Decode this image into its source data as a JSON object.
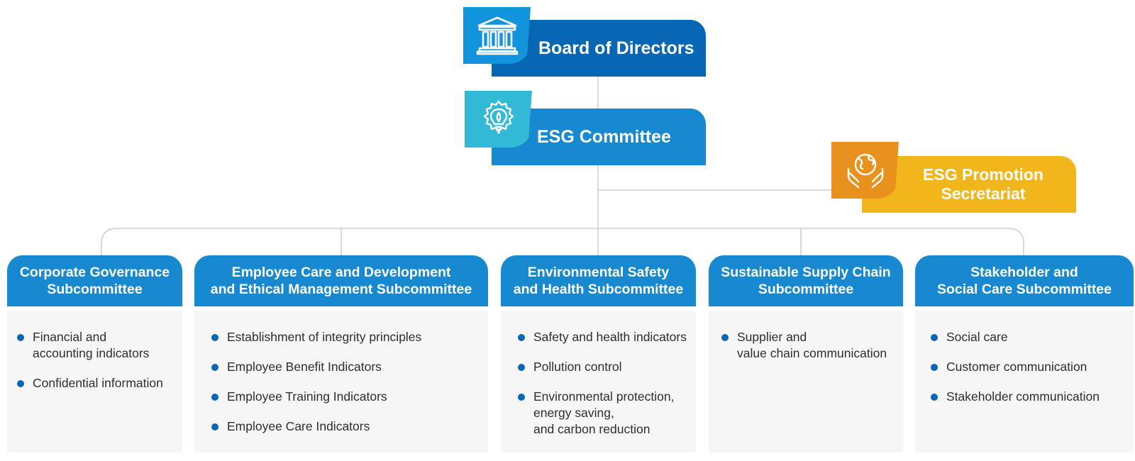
{
  "board": {
    "label": "Board of Directors",
    "icon": "bank-building-icon"
  },
  "esg_committee": {
    "label": "ESG Committee",
    "icon": "lightbulb-gear-icon"
  },
  "promotion": {
    "line1": "ESG Promotion",
    "line2": "Secretariat",
    "icon": "globe-hands-icon"
  },
  "subcommittees": [
    {
      "title_line1": "Corporate Governance",
      "title_line2": "Subcommittee",
      "items": [
        {
          "line1": "Financial and",
          "line2": "accounting indicators"
        },
        {
          "line1": "Confidential information",
          "line2": ""
        }
      ]
    },
    {
      "title_line1": "Employee Care and Development",
      "title_line2": "and Ethical Management Subcommittee",
      "items": [
        {
          "line1": "Establishment of integrity principles"
        },
        {
          "line1": "Employee Benefit Indicators"
        },
        {
          "line1": "Employee Training Indicators"
        },
        {
          "line1": "Employee Care Indicators"
        }
      ]
    },
    {
      "title_line1": "Environmental Safety",
      "title_line2": "and Health Subcommittee",
      "items": [
        {
          "line1": "Safety and health indicators"
        },
        {
          "line1": "Pollution control"
        },
        {
          "line1": "Environmental protection,",
          "line2": "energy saving,",
          "line3": "and carbon reduction"
        }
      ]
    },
    {
      "title_line1": "Sustainable Supply Chain",
      "title_line2": "Subcommittee",
      "items": [
        {
          "line1": "Supplier and",
          "line2": "value chain communication"
        }
      ]
    },
    {
      "title_line1": "Stakeholder and",
      "title_line2": "Social Care Subcommittee",
      "items": [
        {
          "line1": "Social care"
        },
        {
          "line1": "Customer communication"
        },
        {
          "line1": "Stakeholder communication"
        }
      ]
    }
  ],
  "colors": {
    "board": "#0767b4",
    "board_tab": "#1294dc",
    "committee": "#1689d0",
    "committee_tab": "#32b9d6",
    "promotion": "#f1b61b",
    "promotion_tab": "#e8921d",
    "body_bg": "#f6f6f6",
    "bullet": "#0767b4"
  }
}
